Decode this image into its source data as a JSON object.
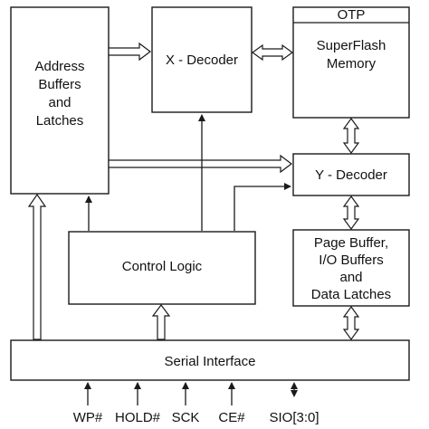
{
  "blocks": {
    "address_buffers": [
      "Address",
      "Buffers",
      "and",
      "Latches"
    ],
    "x_decoder": "X - Decoder",
    "otp": "OTP",
    "superflash": [
      "SuperFlash",
      "Memory"
    ],
    "y_decoder": "Y - Decoder",
    "control_logic": "Control Logic",
    "page_buffer": [
      "Page Buffer,",
      "I/O Buffers",
      "and",
      "Data Latches"
    ],
    "serial_interface": "Serial Interface"
  },
  "pins": [
    "WP#",
    "HOLD#",
    "SCK",
    "CE#",
    "SIO[3:0]"
  ]
}
